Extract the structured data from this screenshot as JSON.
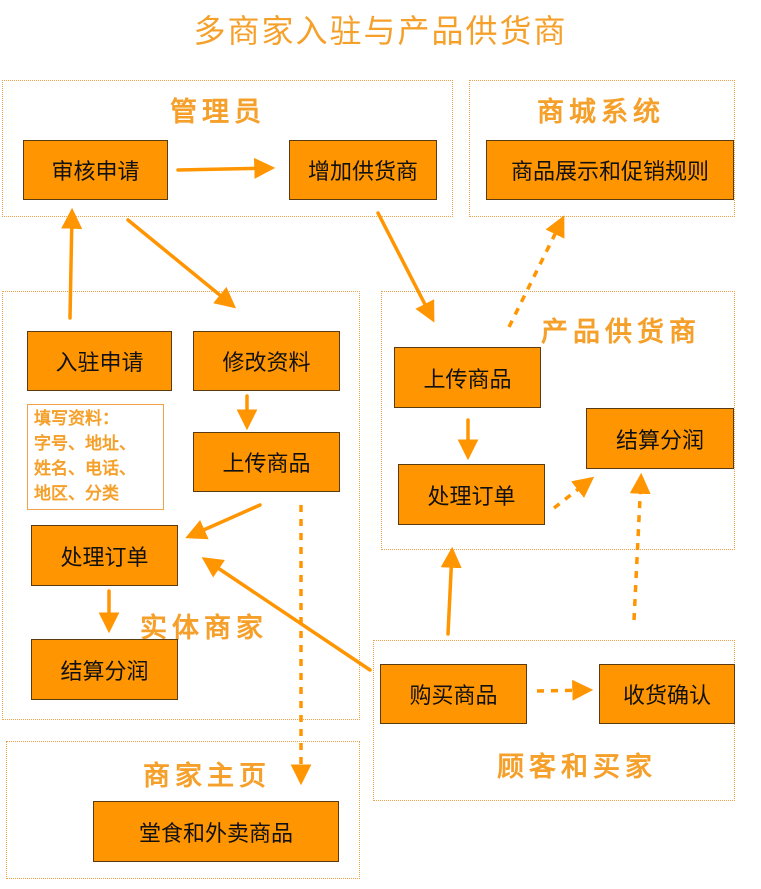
{
  "title": "多商家入驻与产品供货商",
  "regions": {
    "admin": "管理员",
    "mall": "商城系统",
    "supplier": "产品供货商",
    "store": "实体商家",
    "homepage": "商家主页",
    "customer": "顾客和买家"
  },
  "boxes": {
    "review": "审核申请",
    "add_supplier": "增加供货商",
    "display_rules": "商品展示和促销规则",
    "apply": "入驻申请",
    "edit_info": "修改资料",
    "store_upload": "上传商品",
    "store_orders": "处理订单",
    "store_settle": "结算分润",
    "supplier_upload": "上传商品",
    "supplier_orders": "处理订单",
    "supplier_settle": "结算分润",
    "buy": "购买商品",
    "confirm": "收货确认",
    "dine_takeout": "堂食和外卖商品"
  },
  "note": {
    "lines": [
      "填写资料：",
      "字号、地址、",
      "姓名、电话、",
      "地区、分类"
    ]
  },
  "colors": {
    "accent": "#f5a02a",
    "box_fill": "#ff9500",
    "arrow": "#ff9500"
  }
}
